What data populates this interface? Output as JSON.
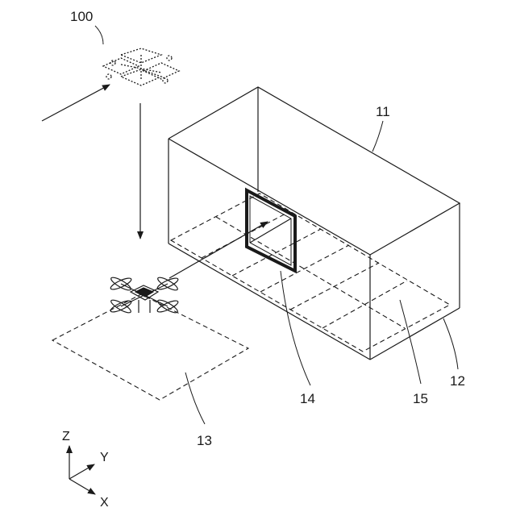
{
  "reference_numerals": {
    "drone_top": "100",
    "enclosure": "11",
    "floor_area": "12",
    "landing_area": "13",
    "opening": "14",
    "floor_grid_cell": "15"
  },
  "axes": {
    "z": "Z",
    "y": "Y",
    "x": "X"
  }
}
